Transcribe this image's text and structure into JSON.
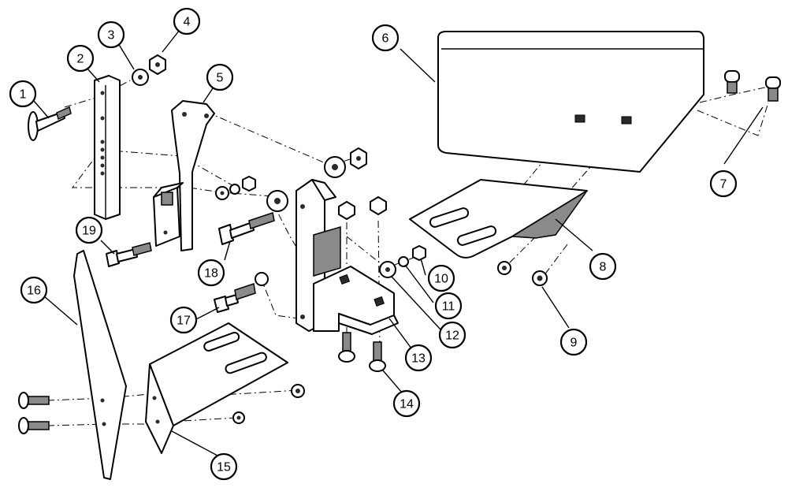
{
  "callouts": [
    {
      "id": 1,
      "label": "1"
    },
    {
      "id": 2,
      "label": "2"
    },
    {
      "id": 3,
      "label": "3"
    },
    {
      "id": 4,
      "label": "4"
    },
    {
      "id": 5,
      "label": "5"
    },
    {
      "id": 6,
      "label": "6"
    },
    {
      "id": 7,
      "label": "7"
    },
    {
      "id": 8,
      "label": "8"
    },
    {
      "id": 9,
      "label": "9"
    },
    {
      "id": 10,
      "label": "10"
    },
    {
      "id": 11,
      "label": "11"
    },
    {
      "id": 12,
      "label": "12"
    },
    {
      "id": 13,
      "label": "13"
    },
    {
      "id": 14,
      "label": "14"
    },
    {
      "id": 15,
      "label": "15"
    },
    {
      "id": 16,
      "label": "16"
    },
    {
      "id": 17,
      "label": "17"
    },
    {
      "id": 18,
      "label": "18"
    },
    {
      "id": 19,
      "label": "19"
    }
  ]
}
